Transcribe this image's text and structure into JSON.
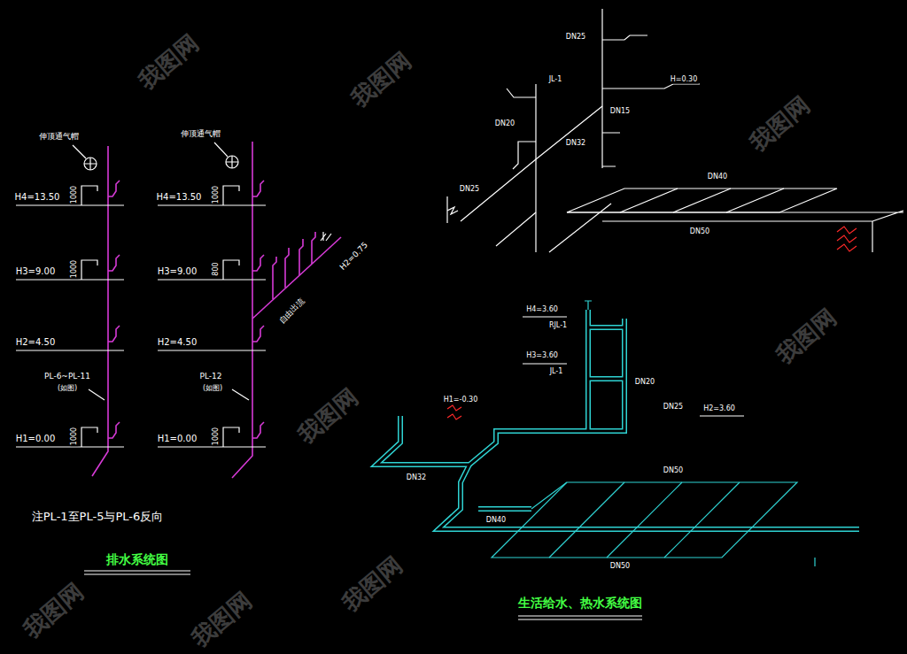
{
  "diagram": {
    "labels": [
      "排水系统图",
      "注PL-1至PL-5与PL-6反向",
      "伸顶通气帽",
      "伸顶通气帽",
      "H4=13.50",
      "1000",
      "H3=9.00",
      "1000",
      "H2=4.50",
      "PL-6~PL-11",
      "(如图)",
      "H1=0.00",
      "1000",
      "H4=13.50",
      "1000",
      "H3=9.00",
      "800",
      "H2=4.50",
      "PL-12",
      "(如图)",
      "H1=0.00",
      "1000",
      "H2=0.75",
      "自由出流",
      "DN25",
      "JL-1",
      "H=0.30",
      "DN15",
      "DN32",
      "DN20",
      "DN25",
      "DN40",
      "DN50",
      "H4=3.60",
      "RJL-1",
      "H3=3.60",
      "JL-1",
      "DN20",
      "H2=3.60",
      "DN25",
      "DN32",
      "DN40",
      "DN50",
      "DN50",
      "H1=-0.30",
      "生活给水、热水系统图",
      "我图网",
      "我图网",
      "我图网",
      "我图网",
      "我图网",
      "我图网",
      "我图网",
      "我图网"
    ]
  }
}
